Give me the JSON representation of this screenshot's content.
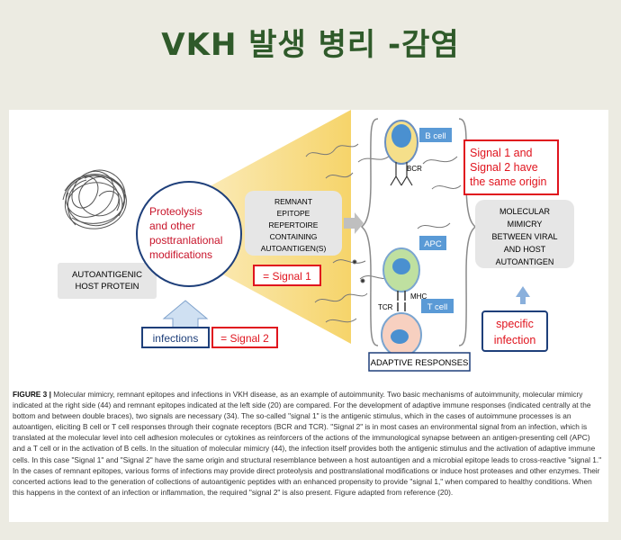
{
  "slide": {
    "title": "VKH 발생 병리 -감염"
  },
  "figure": {
    "autoantigen_label": [
      "AUTOANTIGENIC",
      "HOST PROTEIN"
    ],
    "proteolysis_text": [
      "Proteolysis",
      "and other",
      "posttranlational",
      "modifications"
    ],
    "remnant_label": [
      "REMNANT",
      "EPITOPE",
      "REPERTOIRE",
      "CONTAINING",
      "AUTOANTIGEN(S)"
    ],
    "signal1_box": "=  Signal 1",
    "infections_box": "infections",
    "signal2_box": "= Signal 2",
    "b_cell": "B cell",
    "bcr": "BCR",
    "apc": "APC",
    "mhc": "MHC",
    "tcr": "TCR",
    "t_cell": "T cell",
    "adaptive_responses": "ADAPTIVE RESPONSES",
    "same_origin": [
      "Signal 1 and",
      "Signal 2 have",
      "the same origin"
    ],
    "molecular_mimicry": [
      "MOLECULAR",
      "MIMICRY",
      "BETWEEN VIRAL",
      "AND HOST",
      "AUTOANTIGEN"
    ],
    "specific_infection": [
      "specific",
      "infection"
    ],
    "colors": {
      "title_green": "#2f5a2a",
      "signal_red": "#e0141e",
      "navy_border": "#1e3f7a",
      "cell_blue": "#4a90d0",
      "box_gray": "#e6e6e6",
      "cone_yellow": "#f7d777"
    }
  },
  "caption": {
    "label": "FIGURE 3 |",
    "text": " Molecular mimicry, remnant epitopes and infections in VKH disease, as an example of autoimmunity. Two basic mechanisms of autoimmunity, molecular mimicry indicated at the right side (44) and remnant epitopes indicated at the left side (20) are compared. For the development of adaptive immune responses (indicated centrally at the bottom and between double braces), two signals are necessary (34). The so-called \"signal 1\" is the antigenic stimulus, which in the cases of autoimmune processes is an autoantigen, eliciting B cell or T cell responses through their cognate receptors (BCR and TCR). \"Signal 2\" is in most cases an environmental signal from an infection, which is translated at the molecular level into cell adhesion molecules or cytokines as reinforcers of the actions of the immunological synapse between an antigen-presenting cell (APC) and a T cell or in the activation of B cells. In the situation of molecular mimicry (44), the infection itself provides both the antigenic stimulus and the activation of adaptive immune cells. In this case \"Signal 1\" and \"Signal 2\" have the same origin and structural resemblance between a host autoantigen and a microbial epitope leads to cross-reactive \"signal 1.\" In the cases of remnant epitopes, various forms of infections may provide direct proteolysis and posttranslational modifications or induce host proteases and other enzymes. Their concerted actions lead to the generation of collections of autoantigenic peptides with an enhanced propensity to provide \"signal 1,\" when compared to healthy conditions. When this happens in the context of an infection or inflammation, the required \"signal 2\" is also present. Figure adapted from reference (20)."
  }
}
